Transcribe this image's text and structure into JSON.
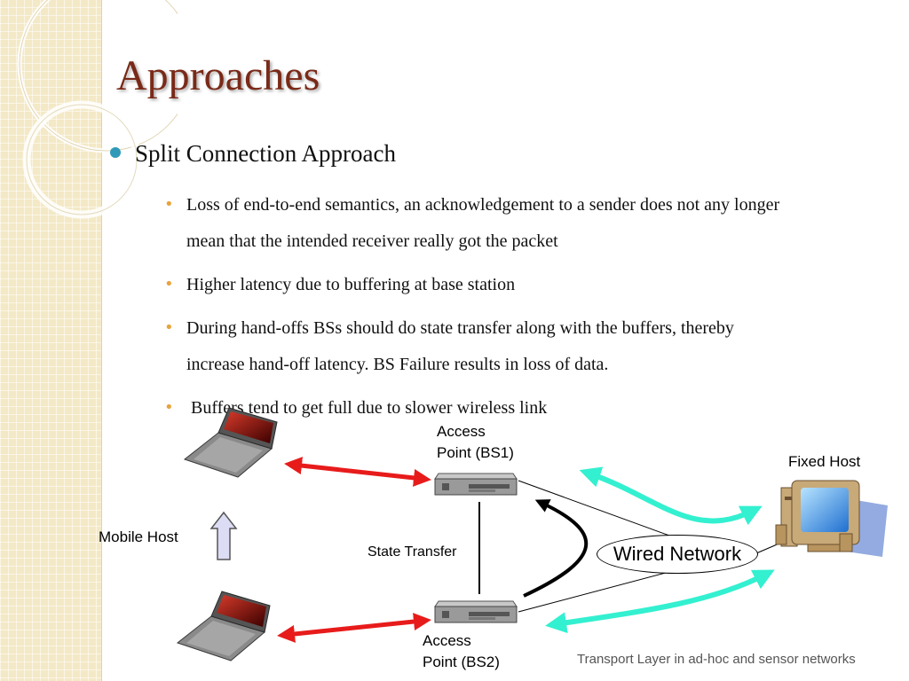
{
  "slide": {
    "title": "Approaches",
    "main_bullet": "Split Connection Approach",
    "sub_bullets": [
      {
        "lines": [
          "Loss of end-to-end semantics, an acknowledgement to a sender does not any longer",
          "mean that the intended receiver really got the packet"
        ]
      },
      {
        "lines": [
          "Higher latency due to buffering at base station"
        ]
      },
      {
        "lines": [
          "During hand-offs BSs should do state transfer along with the buffers, thereby",
          "increase hand-off latency. BS Failure results in loss of data."
        ]
      },
      {
        "lines": [
          " Buffers tend to get full due to slower wireless link"
        ]
      }
    ],
    "footer": "Transport Layer in ad-hoc and sensor networks"
  },
  "diagram": {
    "access_point_1": [
      "Access",
      "Point (BS1)"
    ],
    "access_point_2": [
      "Access",
      "Point (BS2)"
    ],
    "fixed_host": "Fixed Host",
    "mobile_host": "Mobile Host",
    "state_transfer": "State Transfer",
    "wired_network": "Wired Network"
  },
  "colors": {
    "title": "#7a2a18",
    "main_bullet_dot": "#2f9ab8",
    "sub_bullet_dot": "#e8a33c",
    "wireless_arrow": "#e81b1b",
    "wired_arrow": "#33f0d0",
    "sidebar": "#f4e9c6"
  }
}
